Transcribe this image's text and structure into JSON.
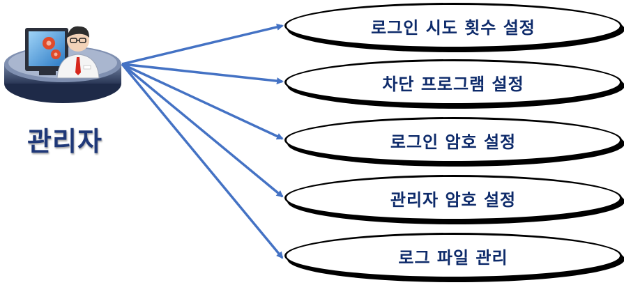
{
  "actor": {
    "label": "관리자",
    "icon": "admin-user-icon"
  },
  "use_cases": [
    {
      "label": "로그인 시도 횟수 설정"
    },
    {
      "label": "차단 프로그램 설정"
    },
    {
      "label": "로그인 암호 설정"
    },
    {
      "label": "관리자 암호 설정"
    },
    {
      "label": "로그 파일 관리"
    }
  ],
  "colors": {
    "arrow": "#4472c4",
    "label_text": "#0d2a6a",
    "actor_text": "#1f3878",
    "outline": "#000000"
  }
}
